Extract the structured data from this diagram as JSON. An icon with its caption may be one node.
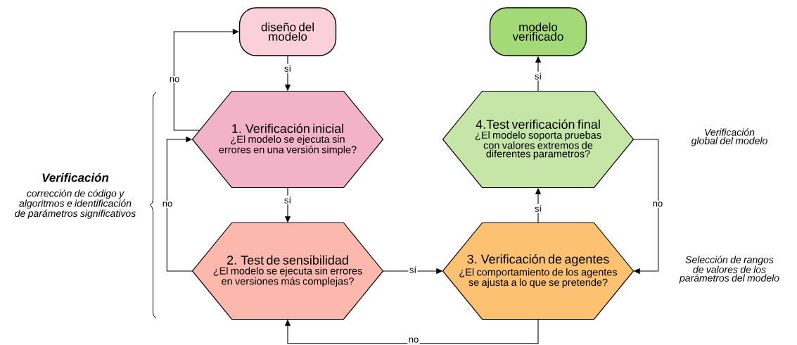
{
  "diagram": {
    "nodes": [
      {
        "text": [
          "diseño del modelo"
        ]
      },
      {
        "text": [
          "1. Verificación inicial",
          "¿El modelo se ejecuta sin errores en una versión simple?"
        ]
      },
      {
        "text": [
          "2. Test de sensibilidad",
          "¿El modelo se ejecuta sin errores en versiones más complejas?"
        ]
      },
      {
        "text": [
          "3. Verificación de agentes",
          "¿El comportamiento de los agentes se ajusta a lo que se pretende?"
        ]
      },
      {
        "text": [
          "4.Test verificación final",
          "¿El modelo soporta pruebas con valores extremos de diferentes parametros?"
        ]
      },
      {
        "text": [
          "modelo verificado"
        ]
      }
    ],
    "edges": [
      {
        "from": 0,
        "to": 1,
        "arrow": "to",
        "label": "sí"
      },
      {
        "from": 1,
        "to": 0,
        "arrow": "to",
        "label": "no"
      },
      {
        "from": 1,
        "to": 2,
        "arrow": "to",
        "label": "sí"
      },
      {
        "from": 2,
        "to": 1,
        "arrow": "to",
        "label": "no"
      },
      {
        "from": 2,
        "to": 3,
        "arrow": "to",
        "label": "sí"
      },
      {
        "from": 3,
        "to": 2,
        "arrow": "to",
        "label": "no"
      },
      {
        "from": 3,
        "to": 4,
        "arrow": "to",
        "label": "sí"
      },
      {
        "from": 4,
        "to": 5,
        "arrow": "to",
        "label": "sí"
      },
      {
        "from": 4,
        "to": 3,
        "arrow": "to",
        "label": "no"
      }
    ],
    "labels": [
      "Verificación",
      "corrección de código y algoritmos e identificación de parámetros significativos",
      "Verificación global del modelo",
      "Selección de rangos de valores de los parámetros del modelo"
    ]
  }
}
